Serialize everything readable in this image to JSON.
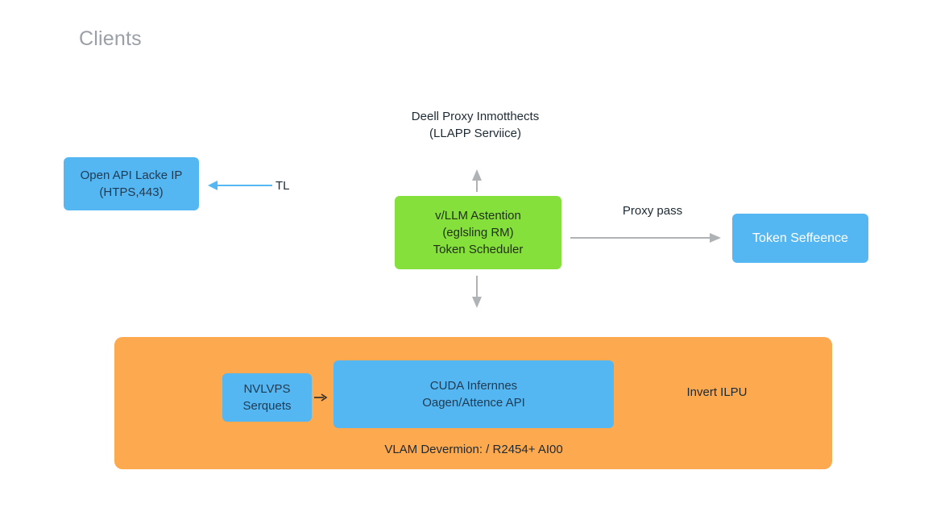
{
  "diagram": {
    "title": "Clients",
    "top_label": {
      "line1": "Deell Proxy Inmotthects",
      "line2": "(LLAPP Serviice)"
    },
    "client_box": {
      "line1": "Open API Lacke IP",
      "line2": "(HTPS,443)"
    },
    "tl_label": "TL",
    "center_box": {
      "line1": "v/LLM Astention",
      "line2": "(eglsling RM)",
      "line3": "Token Scheduler"
    },
    "proxy_label": "Proxy pass",
    "token_box": "Token Seffeence",
    "panel": {
      "small_box": {
        "line1": "NVLVPS",
        "line2": "Serquets"
      },
      "cuda_box": {
        "line1": "CUDA Infernnes",
        "line2": "Oagen/Attence API"
      },
      "right_label": "Invert ILPU",
      "bottom_label": "VLAM Devermion: / R2454+ AI00"
    },
    "colors": {
      "blue": "#55b7f2",
      "green": "#86e03b",
      "orange": "#fda94f",
      "arrow_blue": "#55b7f2",
      "arrow_gray": "#b0b3b6",
      "title_gray": "#9aa0a6"
    }
  }
}
